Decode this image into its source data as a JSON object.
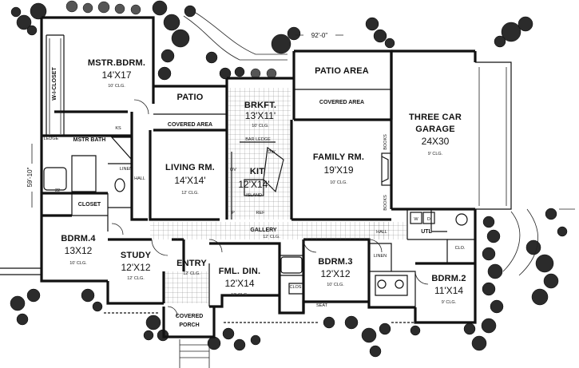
{
  "dimensions": {
    "width_label": "92'-0\"",
    "depth_label": "59'-10\""
  },
  "rooms": {
    "master_bedroom": {
      "name": "MSTR.BDRM.",
      "size": "14'X17",
      "clg": "10' CLG."
    },
    "walk_in_closet": {
      "name": "W-I-CLOSET"
    },
    "master_bath": {
      "name": "MSTR BATH"
    },
    "patio": {
      "name": "PATIO",
      "covered": "COVERED AREA"
    },
    "patio_area": {
      "name": "PATIO AREA",
      "covered": "COVERED AREA"
    },
    "breakfast": {
      "name": "BRKFT.",
      "size": "13'X11'",
      "clg": "10' CLG."
    },
    "bar_ledge": {
      "name": "BAR LEDGE"
    },
    "kitchen": {
      "name": "KIT",
      "size": "12'X14'",
      "island": "ISLAND"
    },
    "living": {
      "name": "LIVING RM.",
      "size": "14'X14'",
      "clg": "12' CLG."
    },
    "family": {
      "name": "FAMILY RM.",
      "size": "19'X19",
      "clg": "10' CLG."
    },
    "garage": {
      "name": "THREE CAR",
      "name2": "GARAGE",
      "size": "24X30",
      "clg": "9' CLG."
    },
    "bedroom4": {
      "name": "BDRM.4",
      "size": "13X12",
      "clg": "10' CLG."
    },
    "study": {
      "name": "STUDY",
      "size": "12'X12",
      "clg": "12' CLG."
    },
    "entry": {
      "name": "ENTRY",
      "clg": "12' CLG."
    },
    "formal_dining": {
      "name": "FML. DIN.",
      "size": "12'X14",
      "clg": "12' CLG."
    },
    "bedroom3": {
      "name": "BDRM.3",
      "size": "12'X12",
      "clg": "10' CLG."
    },
    "bedroom2": {
      "name": "BDRM.2",
      "size": "11'X14",
      "clg": "9' CLG."
    },
    "gallery": {
      "name": "GALLERY",
      "clg": "12' CLG."
    },
    "porch": {
      "name": "COVERED",
      "name2": "PORCH"
    }
  },
  "labels": {
    "closet": "CLOSET",
    "linen": "LINEN",
    "linen2": "LINEN",
    "hall": "HALL",
    "hall2": "HALL",
    "ledge": "LEDGE",
    "ks": "KS",
    "clos": "CLOS",
    "clos2": "CLO.",
    "seat": "SEAT",
    "utl": "UTL",
    "books": "BOOKS",
    "books2": "BOOKS",
    "ov": "OV",
    "dw": "DW",
    "ref": "REF",
    "pantry": "P",
    "w": "W",
    "d": "D",
    "twentytwo": "22"
  }
}
